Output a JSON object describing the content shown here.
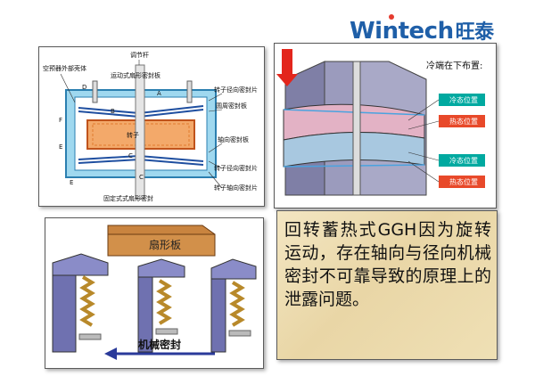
{
  "brand": {
    "logo_text": "Wintech",
    "logo_cn": "旺泰",
    "accent": "#1f5fa8",
    "dot": "#e53b2f"
  },
  "panel1": {
    "top_label": "调节杆",
    "label_moving_plate": "运动式扇形密封板",
    "label_air_preheater": "空预器外部壳体",
    "label_radial_strip": "转子径向密封片",
    "label_shroud_plate": "圆周密封板",
    "label_rotor": "转子",
    "label_axial_plate": "轴向密封板",
    "label_radial_plate": "转子径向密封片",
    "label_hub_plate": "转子轴向密封片",
    "label_bottom": "固定式式扇形密封",
    "letters": [
      "D",
      "A",
      "B",
      "F",
      "E",
      "C",
      "C",
      "E"
    ]
  },
  "panel2": {
    "title": "冷端在下布置:",
    "legend": [
      "冷态位置",
      "热态位置",
      "冷态位置",
      "热态位置"
    ],
    "colors": {
      "cold": "#00a9a0",
      "hot": "#e8492a"
    }
  },
  "panel3": {
    "plate_label": "扇形板",
    "seal_label": "机械密封"
  },
  "panel4": {
    "text": "回转蓄热式GGH因为旋转运动，存在轴向与径向机械密封不可靠导致的原理上的泄露问题。"
  }
}
